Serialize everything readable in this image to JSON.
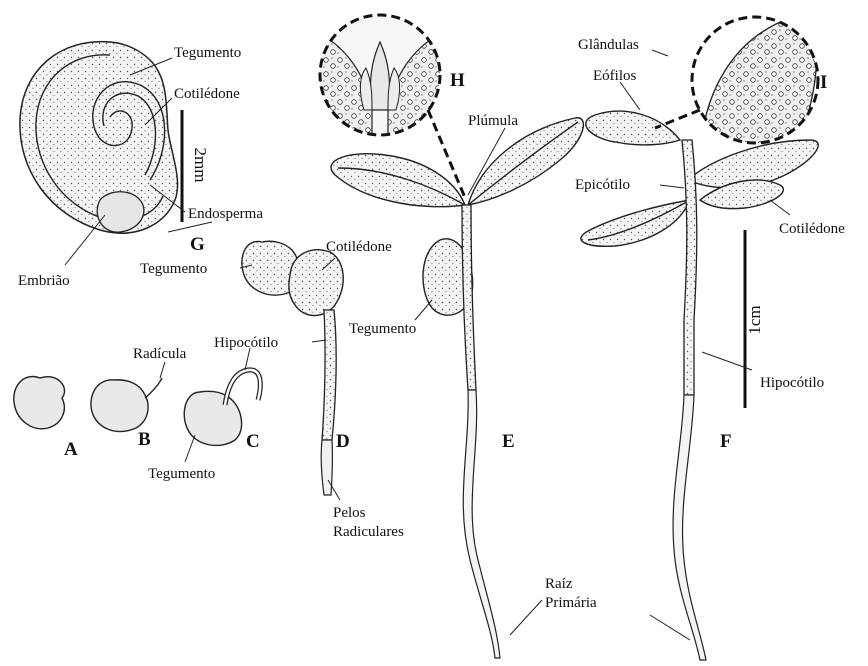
{
  "labels": {
    "tegumento_g": "Tegumento",
    "cotiledone_g": "Cotilédone",
    "endosperma": "Endosperma",
    "embriao": "Embrião",
    "scale_2mm": "2mm",
    "tegumento_d": "Tegumento",
    "cotiledone_d": "Cotilédone",
    "radicula": "Radícula",
    "hipocotilo_c": "Hipocótilo",
    "tegumento_c": "Tegumento",
    "pelos": "Pelos",
    "radiculares": "Radiculares",
    "plumula": "Plúmula",
    "tegumento_e": "Tegumento",
    "raiz": "Raíz",
    "primaria": "Primária",
    "glandulas": "Glândulas",
    "eofilos": "Eófilos",
    "epicotilo": "Epicótilo",
    "cotiledone_f": "Cotilédone",
    "scale_1cm": "1cm",
    "hipocotilo_f": "Hipocótilo"
  },
  "panels": {
    "A": "A",
    "B": "B",
    "C": "C",
    "D": "D",
    "E": "E",
    "F": "F",
    "G": "G",
    "H": "H",
    "I": "I"
  }
}
